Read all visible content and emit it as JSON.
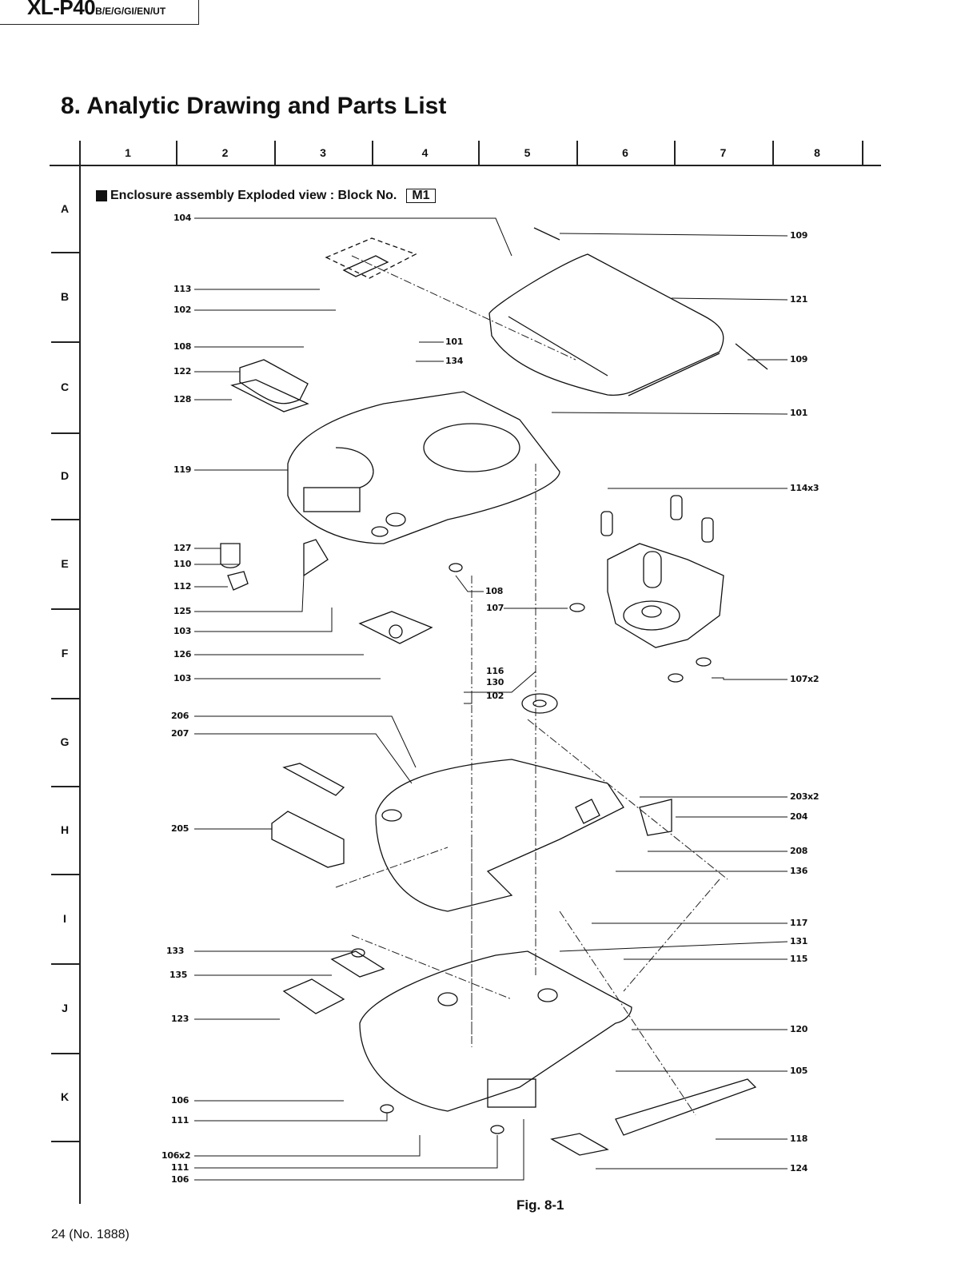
{
  "header": {
    "model": "XL-P40",
    "variants": "B/E/G/GI/EN/UT"
  },
  "page_title": "8. Analytic Drawing and Parts List",
  "grid": {
    "columns": [
      "1",
      "2",
      "3",
      "4",
      "5",
      "6",
      "7",
      "8"
    ],
    "rows": [
      "A",
      "B",
      "C",
      "D",
      "E",
      "F",
      "G",
      "H",
      "I",
      "J",
      "K"
    ]
  },
  "section": {
    "title": "Enclosure assembly Exploded view : Block No.",
    "block_no": "M1"
  },
  "callouts_left": [
    "104",
    "113",
    "102",
    "108",
    "122",
    "128",
    "119",
    "127",
    "110",
    "112",
    "125",
    "103",
    "126",
    "103",
    "206",
    "207",
    "205",
    "133",
    "135",
    "123",
    "106",
    "111",
    "106x2",
    "111",
    "106"
  ],
  "callouts_right": [
    "109",
    "121",
    "109",
    "101",
    "114x3",
    "107x2",
    "203x2",
    "204",
    "208",
    "136",
    "117",
    "131",
    "115",
    "120",
    "105",
    "118",
    "124"
  ],
  "callouts_center": [
    "101",
    "134",
    "108",
    "107",
    "116",
    "130",
    "102"
  ],
  "figure_caption": "Fig. 8-1",
  "footer": {
    "page": "24 (No. 1888)"
  }
}
